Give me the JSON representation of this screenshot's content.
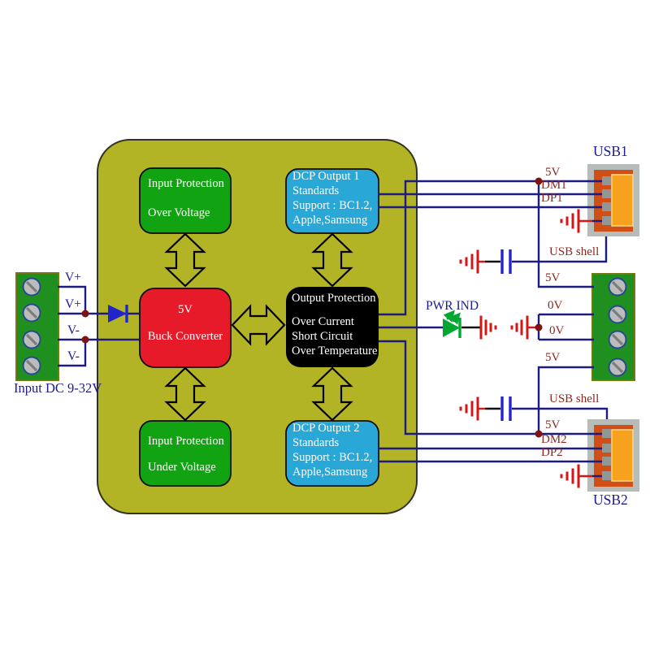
{
  "diagram_title": "DC-DC buck converter board with dual DCP USB outputs",
  "colors": {
    "board": "#b3b326",
    "block_green": "#12a312",
    "block_blue": "#29a8d8",
    "block_red": "#e61a28",
    "block_black": "#000000",
    "wire_navy": "#1c1c80",
    "label_navy": "#1b1b8a",
    "label_maroon": "#8c2820",
    "ground_red": "#d61515",
    "component_blue": "#2323cc",
    "led_green": "#00a833",
    "terminal_green": "#1f8f1f",
    "usb_shell_gray": "#b7bcb8",
    "usb_body_orange": "#cf4f17",
    "usb_tongue_orange": "#f7a21e",
    "junction_dot": "#801212"
  },
  "blocks": {
    "over_voltage": {
      "lines": [
        "Input Protection",
        "Over Voltage"
      ]
    },
    "dcp1": {
      "lines": [
        "DCP Output 1",
        "Standards",
        "Support : BC1.2,",
        "Apple,Samsung"
      ]
    },
    "buck": {
      "lines": [
        "5V",
        "Buck Converter"
      ]
    },
    "output_protection": {
      "lines": [
        "Output Protection",
        "Over Current",
        "Short Circuit",
        "Over Temperature"
      ]
    },
    "under_voltage": {
      "lines": [
        "Input Protection",
        "Under Voltage"
      ]
    },
    "dcp2": {
      "lines": [
        "DCP Output 2",
        "Standards",
        "Support : BC1.2,",
        "Apple,Samsung"
      ]
    }
  },
  "labels": {
    "v_plus_1": "V+",
    "v_plus_2": "V+",
    "v_minus_1": "V-",
    "v_minus_2": "V-",
    "input_caption": "Input DC 9-32V",
    "usb1_title": "USB1",
    "usb2_title": "USB2",
    "pwr_ind": "PWR IND",
    "usb1_5v": "5V",
    "usb1_dm": "DM1",
    "usb1_dp": "DP1",
    "usb_shell_top": "USB shell",
    "term_5v_top": "5V",
    "term_0v_top": "0V",
    "term_0v_bottom": "0V",
    "term_5v_bottom": "5V",
    "usb_shell_bottom": "USB shell",
    "usb2_5v": "5V",
    "usb2_dm": "DM2",
    "usb2_dp": "DP2"
  }
}
